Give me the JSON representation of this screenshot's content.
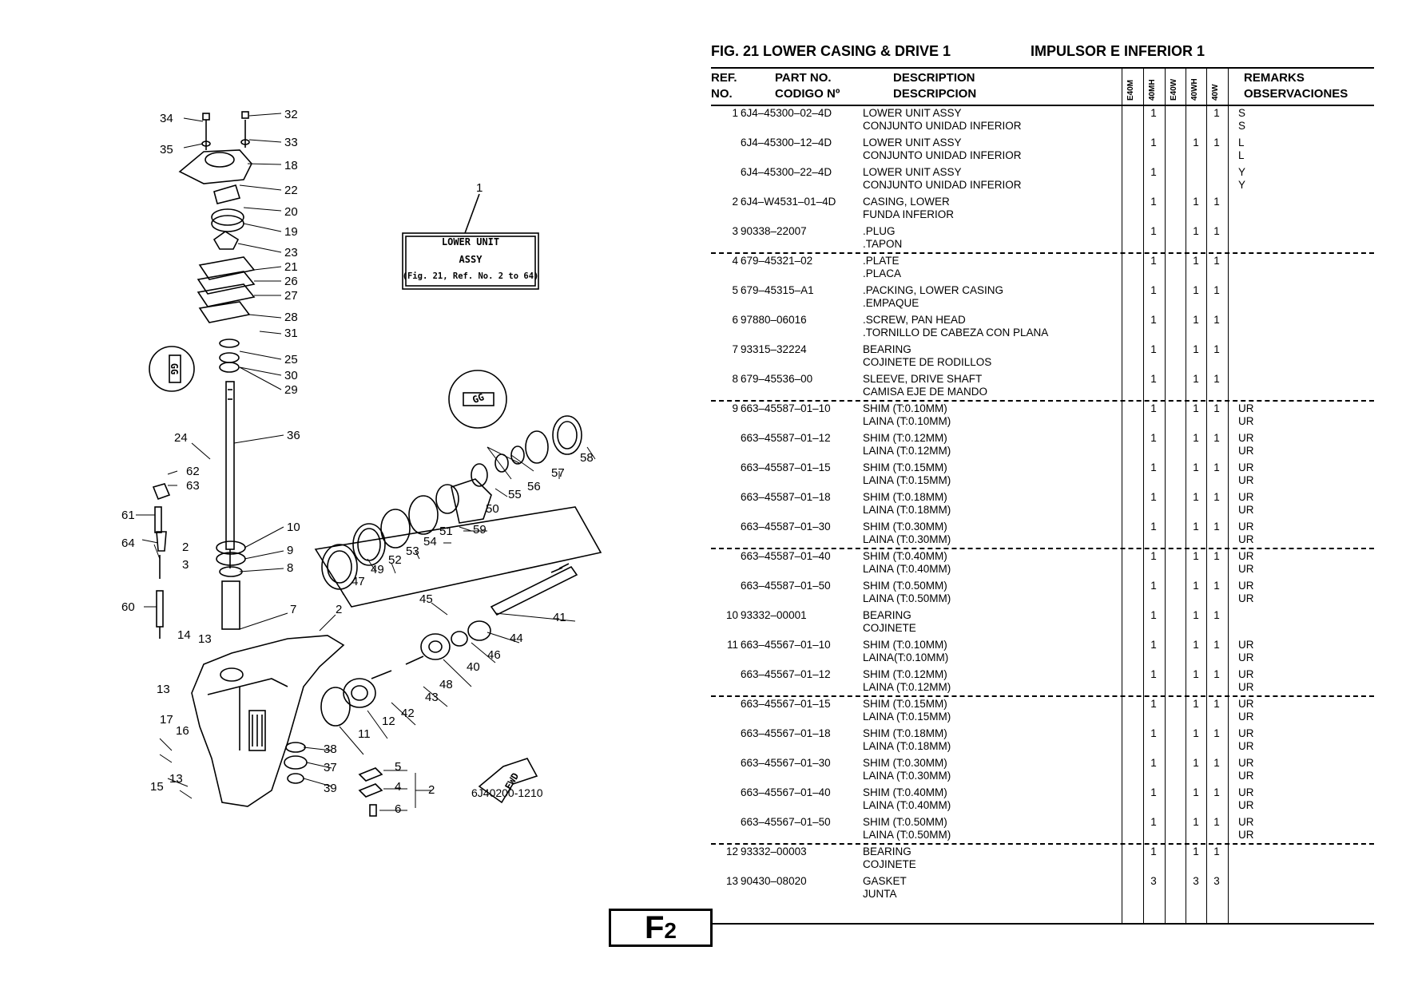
{
  "figure": {
    "title_en": "FIG.  21   LOWER CASING & DRIVE 1",
    "title_es": "IMPULSOR E INFERIOR 1"
  },
  "columns": {
    "ref_en": "REF.",
    "ref_es": "NO.",
    "part_en": "PART NO.",
    "part_es": "CODIGO Nº",
    "desc_en": "DESCRIPTION",
    "desc_es": "DESCRIPCION",
    "models": [
      "E40M",
      "40MH",
      "E40W",
      "40WH",
      "40W"
    ],
    "remarks_en": "REMARKS",
    "remarks_es": "OBSERVACIONES"
  },
  "rows": [
    {
      "ref": "1",
      "pn": "6J4–45300–02–4D",
      "d1": "LOWER UNIT ASSY",
      "d2": "CONJUNTO UNIDAD INFERIOR",
      "q": [
        "",
        "1",
        "",
        "",
        "1"
      ],
      "r1": "S",
      "r2": "S",
      "dashed": false
    },
    {
      "ref": "",
      "pn": "6J4–45300–12–4D",
      "d1": "LOWER UNIT ASSY",
      "d2": "CONJUNTO UNIDAD INFERIOR",
      "q": [
        "",
        "1",
        "",
        "1",
        "1"
      ],
      "r1": "L",
      "r2": "L",
      "dashed": false
    },
    {
      "ref": "",
      "pn": "6J4–45300–22–4D",
      "d1": "LOWER UNIT ASSY",
      "d2": "CONJUNTO UNIDAD INFERIOR",
      "q": [
        "",
        "1",
        "",
        "",
        ""
      ],
      "r1": "Y",
      "r2": "Y",
      "dashed": false
    },
    {
      "ref": "2",
      "pn": "6J4–W4531–01–4D",
      "d1": "CASING, LOWER",
      "d2": "FUNDA INFERIOR",
      "q": [
        "",
        "1",
        "",
        "1",
        "1"
      ],
      "r1": "",
      "r2": "",
      "dashed": false
    },
    {
      "ref": "3",
      "pn": "90338–22007",
      "d1": ".PLUG",
      "d2": ".TAPON",
      "q": [
        "",
        "1",
        "",
        "1",
        "1"
      ],
      "r1": "",
      "r2": "",
      "dashed": false
    },
    {
      "ref": "4",
      "pn": "679–45321–02",
      "d1": ".PLATE",
      "d2": ".PLACA",
      "q": [
        "",
        "1",
        "",
        "1",
        "1"
      ],
      "r1": "",
      "r2": "",
      "dashed": true
    },
    {
      "ref": "5",
      "pn": "679–45315–A1",
      "d1": ".PACKING, LOWER CASING",
      "d2": ".EMPAQUE",
      "q": [
        "",
        "1",
        "",
        "1",
        "1"
      ],
      "r1": "",
      "r2": "",
      "dashed": false
    },
    {
      "ref": "6",
      "pn": "97880–06016",
      "d1": ".SCREW, PAN HEAD",
      "d2": ".TORNILLO  DE CABEZA CON PLANA",
      "q": [
        "",
        "1",
        "",
        "1",
        "1"
      ],
      "r1": "",
      "r2": "",
      "dashed": false
    },
    {
      "ref": "7",
      "pn": "93315–32224",
      "d1": "BEARING",
      "d2": "COJINETE DE RODILLOS",
      "q": [
        "",
        "1",
        "",
        "1",
        "1"
      ],
      "r1": "",
      "r2": "",
      "dashed": false
    },
    {
      "ref": "8",
      "pn": "679–45536–00",
      "d1": "SLEEVE, DRIVE SHAFT",
      "d2": "CAMISA EJE DE MANDO",
      "q": [
        "",
        "1",
        "",
        "1",
        "1"
      ],
      "r1": "",
      "r2": "",
      "dashed": false
    },
    {
      "ref": "9",
      "pn": "663–45587–01–10",
      "d1": "SHIM (T:0.10MM)",
      "d2": "LAINA (T:0.10MM)",
      "q": [
        "",
        "1",
        "",
        "1",
        "1"
      ],
      "r1": "UR",
      "r2": "UR",
      "dashed": true
    },
    {
      "ref": "",
      "pn": "663–45587–01–12",
      "d1": "SHIM (T:0.12MM)",
      "d2": "LAINA (T:0.12MM)",
      "q": [
        "",
        "1",
        "",
        "1",
        "1"
      ],
      "r1": "UR",
      "r2": "UR",
      "dashed": false
    },
    {
      "ref": "",
      "pn": "663–45587–01–15",
      "d1": "SHIM (T:0.15MM)",
      "d2": "LAINA (T:0.15MM)",
      "q": [
        "",
        "1",
        "",
        "1",
        "1"
      ],
      "r1": "UR",
      "r2": "UR",
      "dashed": false
    },
    {
      "ref": "",
      "pn": "663–45587–01–18",
      "d1": "SHIM (T:0.18MM)",
      "d2": "LAINA (T:0.18MM)",
      "q": [
        "",
        "1",
        "",
        "1",
        "1"
      ],
      "r1": "UR",
      "r2": "UR",
      "dashed": false
    },
    {
      "ref": "",
      "pn": "663–45587–01–30",
      "d1": "SHIM (T:0.30MM)",
      "d2": "LAINA (T:0.30MM)",
      "q": [
        "",
        "1",
        "",
        "1",
        "1"
      ],
      "r1": "UR",
      "r2": "UR",
      "dashed": false
    },
    {
      "ref": "",
      "pn": "663–45587–01–40",
      "d1": "SHIM (T:0.40MM)",
      "d2": "LAINA (T:0.40MM)",
      "q": [
        "",
        "1",
        "",
        "1",
        "1"
      ],
      "r1": "UR",
      "r2": "UR",
      "dashed": true
    },
    {
      "ref": "",
      "pn": "663–45587–01–50",
      "d1": "SHIM (T:0.50MM)",
      "d2": "LAINA (T:0.50MM)",
      "q": [
        "",
        "1",
        "",
        "1",
        "1"
      ],
      "r1": "UR",
      "r2": "UR",
      "dashed": false
    },
    {
      "ref": "10",
      "pn": "93332–00001",
      "d1": "BEARING",
      "d2": "COJINETE",
      "q": [
        "",
        "1",
        "",
        "1",
        "1"
      ],
      "r1": "",
      "r2": "",
      "dashed": false
    },
    {
      "ref": "11",
      "pn": "663–45567–01–10",
      "d1": "SHIM (T:0.10MM)",
      "d2": "LAINA(T:0.10MM)",
      "q": [
        "",
        "1",
        "",
        "1",
        "1"
      ],
      "r1": "UR",
      "r2": "UR",
      "dashed": false
    },
    {
      "ref": "",
      "pn": "663–45567–01–12",
      "d1": "SHIM (T:0.12MM)",
      "d2": "LAINA (T:0.12MM)",
      "q": [
        "",
        "1",
        "",
        "1",
        "1"
      ],
      "r1": "UR",
      "r2": "UR",
      "dashed": false
    },
    {
      "ref": "",
      "pn": "663–45567–01–15",
      "d1": "SHIM (T:0.15MM)",
      "d2": "LAINA (T:0.15MM)",
      "q": [
        "",
        "1",
        "",
        "1",
        "1"
      ],
      "r1": "UR",
      "r2": "UR",
      "dashed": true
    },
    {
      "ref": "",
      "pn": "663–45567–01–18",
      "d1": "SHIM (T:0.18MM)",
      "d2": "LAINA (T:0.18MM)",
      "q": [
        "",
        "1",
        "",
        "1",
        "1"
      ],
      "r1": "UR",
      "r2": "UR",
      "dashed": false
    },
    {
      "ref": "",
      "pn": "663–45567–01–30",
      "d1": "SHIM (T:0.30MM)",
      "d2": "LAINA (T:0.30MM)",
      "q": [
        "",
        "1",
        "",
        "1",
        "1"
      ],
      "r1": "UR",
      "r2": "UR",
      "dashed": false
    },
    {
      "ref": "",
      "pn": "663–45567–01–40",
      "d1": "SHIM (T:0.40MM)",
      "d2": "LAINA (T:0.40MM)",
      "q": [
        "",
        "1",
        "",
        "1",
        "1"
      ],
      "r1": "UR",
      "r2": "UR",
      "dashed": false
    },
    {
      "ref": "",
      "pn": "663–45567–01–50",
      "d1": "SHIM (T:0.50MM)",
      "d2": "LAINA (T:0.50MM)",
      "q": [
        "",
        "1",
        "",
        "1",
        "1"
      ],
      "r1": "UR",
      "r2": "UR",
      "dashed": false
    },
    {
      "ref": "12",
      "pn": "93332–00003",
      "d1": "BEARING",
      "d2": "COJINETE",
      "q": [
        "",
        "1",
        "",
        "1",
        "1"
      ],
      "r1": "",
      "r2": "",
      "dashed": true
    },
    {
      "ref": "13",
      "pn": "90430–08020",
      "d1": "GASKET",
      "d2": "JUNTA",
      "q": [
        "",
        "3",
        "",
        "3",
        "3"
      ],
      "r1": "",
      "r2": "",
      "dashed": false
    }
  ],
  "diagram": {
    "stamp_lines": [
      "LOWER UNIT",
      "ASSY",
      "(Fig. 21, Ref. No. 2 to 64)"
    ],
    "stamp_ref": "1",
    "drawing_code": "6J40200-1210",
    "fwd_label": "FWD",
    "gg_label": "GG",
    "callouts": [
      "1",
      "2",
      "3",
      "4",
      "5",
      "6",
      "7",
      "8",
      "9",
      "10",
      "11",
      "12",
      "13",
      "14",
      "15",
      "16",
      "17",
      "18",
      "19",
      "20",
      "21",
      "22",
      "23",
      "24",
      "25",
      "26",
      "27",
      "28",
      "29",
      "30",
      "31",
      "32",
      "33",
      "34",
      "35",
      "36",
      "37",
      "38",
      "39",
      "40",
      "41",
      "42",
      "43",
      "44",
      "45",
      "46",
      "47",
      "48",
      "49",
      "50",
      "51",
      "52",
      "53",
      "54",
      "55",
      "56",
      "57",
      "58",
      "59",
      "60",
      "61",
      "62",
      "63",
      "64"
    ]
  },
  "page": {
    "badge_main": "F",
    "badge_sub": "2"
  }
}
